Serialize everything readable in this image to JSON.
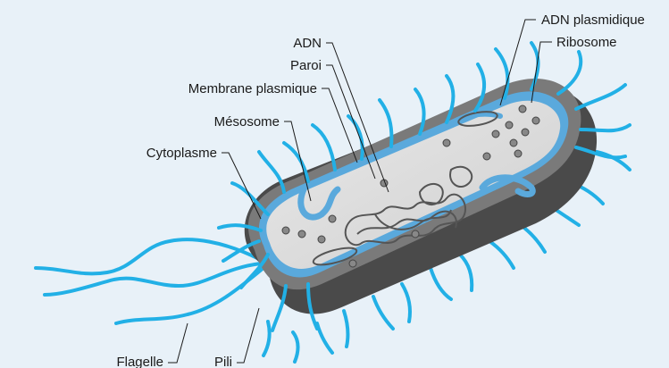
{
  "labels": {
    "adn_plasmidique": "ADN plasmidique",
    "ribosome": "Ribosome",
    "adn": "ADN",
    "paroi": "Paroi",
    "membrane_plasmique": "Membrane plasmique",
    "mesosome": "Mésosome",
    "cytoplasme": "Cytoplasme",
    "flagelle": "Flagelle",
    "pili": "Pili"
  },
  "colors": {
    "background": "#e8f1f8",
    "pili": "#22b0e6",
    "wall_dark": "#4a4a4a",
    "wall_mid": "#7a7a7a",
    "membrane": "#5aa9dc",
    "cytoplasm": "#dadada",
    "dna": "#555555"
  }
}
